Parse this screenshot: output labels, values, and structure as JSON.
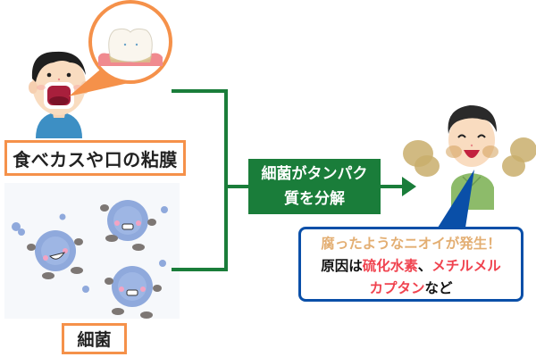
{
  "labels": {
    "food_debris": "食べカスや口の粘膜",
    "bacteria": "細菌"
  },
  "process": {
    "line1": "細菌がタンパク",
    "line2": "質を分解"
  },
  "result": {
    "headline": "腐ったようなニオイが発生！",
    "cause_prefix": "原因は",
    "compound1": "硫化水素",
    "separator": "、",
    "compound2a": "メチルメル",
    "compound2b": "カプタン",
    "suffix": "など"
  },
  "colors": {
    "label_border": "#f5914a",
    "process_green": "#1a7d3a",
    "callout_blue": "#0a4fa8",
    "headline": "#e3ae72",
    "highlight_red": "#f0434f"
  }
}
